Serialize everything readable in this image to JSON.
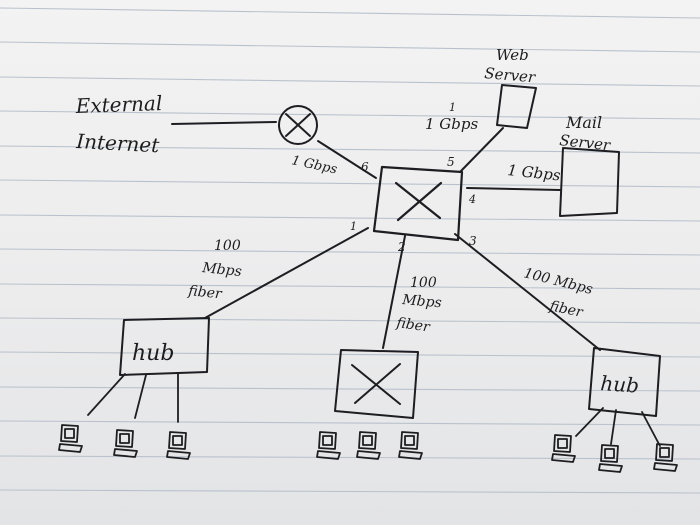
{
  "labels": {
    "external_internet_1": "External",
    "external_internet_2": "Internet",
    "web_server_1": "Web",
    "web_server_2": "Server",
    "mail_server_1": "Mail",
    "mail_server_2": "Server",
    "link_router": "1 Gbps",
    "link_web_a": "1",
    "link_web_b": "1 Gbps",
    "link_mail": "1 Gbps",
    "link_left_1": "100",
    "link_left_2": "Mbps",
    "link_left_3": "fiber",
    "link_mid_1": "100",
    "link_mid_2": "Mbps",
    "link_mid_3": "fiber",
    "link_right_1": "100 Mbps",
    "link_right_2": "fiber",
    "hub_left": "hub",
    "hub_right": "hub",
    "port_1": "1",
    "port_2": "2",
    "port_3": "3",
    "port_4": "4",
    "port_5": "5",
    "port_6": "6"
  }
}
